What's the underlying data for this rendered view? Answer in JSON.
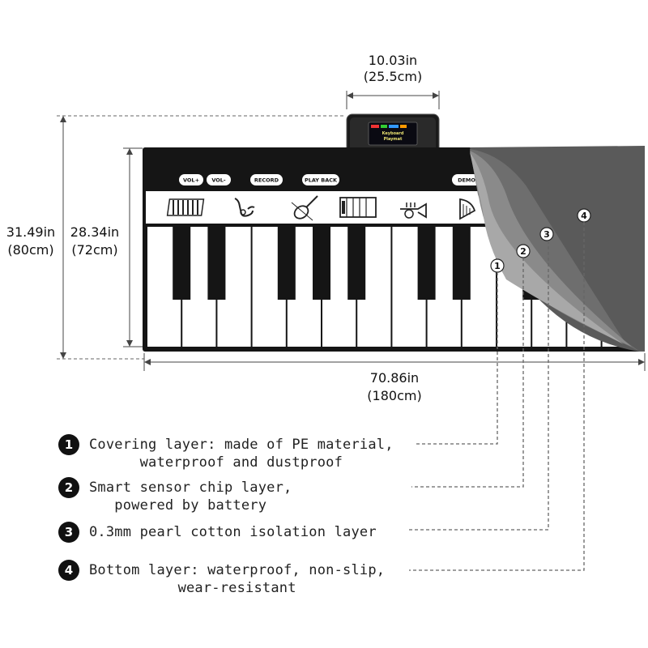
{
  "dimensions": {
    "top_width": "10.03in",
    "top_width_cm": "(25.5cm)",
    "outer_height": "31.49in",
    "outer_height_cm": "(80cm)",
    "inner_height": "28.34in",
    "inner_height_cm": "(72cm)",
    "bottom_length": "70.86in",
    "bottom_length_cm": "(180cm)"
  },
  "mat": {
    "buttons": [
      "VOL+",
      "VOL-",
      "RECORD",
      "PLAY BACK",
      "DEMO"
    ],
    "instruments": [
      "piano-icon",
      "saxophone-icon",
      "violin-icon",
      "accordion-icon",
      "trumpet-icon",
      "harp-icon"
    ],
    "screen_title_1": "Keyboard",
    "screen_title_2": "Playmat",
    "colors": {
      "mat_black": "#151515",
      "layer_gray_dark": "#5a5a5a",
      "layer_gray_light": "#9a9a9a"
    }
  },
  "callout_numbers": [
    "1",
    "2",
    "3",
    "4"
  ],
  "layers": [
    {
      "number": "1",
      "line1": "Covering layer: made of PE material,",
      "line2": "waterproof and dustproof"
    },
    {
      "number": "2",
      "line1": "Smart sensor chip layer,",
      "line2": "powered by battery"
    },
    {
      "number": "3",
      "line1": "0.3mm pearl cotton isolation layer",
      "line2": ""
    },
    {
      "number": "4",
      "line1": "Bottom layer: waterproof, non-slip,",
      "line2": "wear-resistant"
    }
  ]
}
